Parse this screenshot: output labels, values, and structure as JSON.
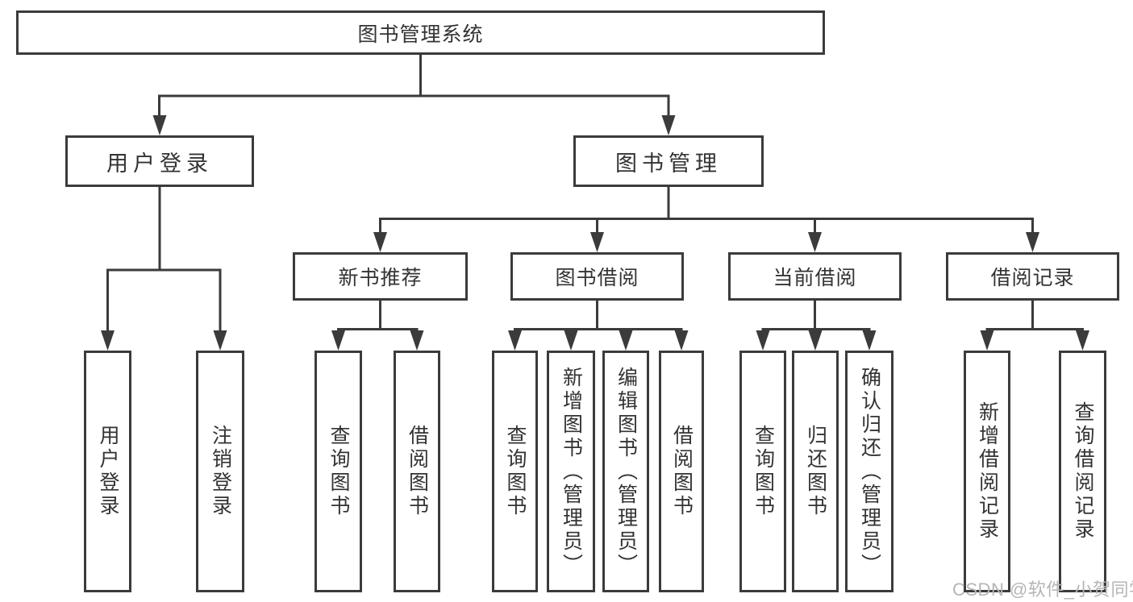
{
  "diagram": {
    "root": {
      "label": "图书管理系统"
    },
    "level2": [
      {
        "label": "用户登录"
      },
      {
        "label": "图书管理"
      }
    ],
    "level3": [
      {
        "label": "新书推荐",
        "parent": "图书管理"
      },
      {
        "label": "图书借阅",
        "parent": "图书管理"
      },
      {
        "label": "当前借阅",
        "parent": "图书管理"
      },
      {
        "label": "借阅记录",
        "parent": "图书管理"
      }
    ],
    "leaves": [
      {
        "label": "用户登录",
        "parent": "用户登录"
      },
      {
        "label": "注销登录",
        "parent": "用户登录"
      },
      {
        "label": "查询图书",
        "parent": "新书推荐"
      },
      {
        "label": "借阅图书",
        "parent": "新书推荐"
      },
      {
        "label": "查询图书",
        "parent": "图书借阅"
      },
      {
        "label": "新增图书（管理员）",
        "parent": "图书借阅"
      },
      {
        "label": "编辑图书（管理员）",
        "parent": "图书借阅"
      },
      {
        "label": "借阅图书",
        "parent": "图书借阅"
      },
      {
        "label": "查询图书",
        "parent": "当前借阅"
      },
      {
        "label": "归还图书",
        "parent": "当前借阅"
      },
      {
        "label": "确认归还（管理员）",
        "parent": "当前借阅"
      },
      {
        "label": "新增借阅记录",
        "parent": "借阅记录"
      },
      {
        "label": "查询借阅记录",
        "parent": "借阅记录"
      }
    ]
  },
  "watermark": {
    "text": "CSDN @软件_小贺同学"
  },
  "colors": {
    "line": "#3b3b3b",
    "box_border": "#3b3b3b",
    "text": "#333333",
    "background": "#ffffff",
    "watermark": "#b5b5b5"
  }
}
